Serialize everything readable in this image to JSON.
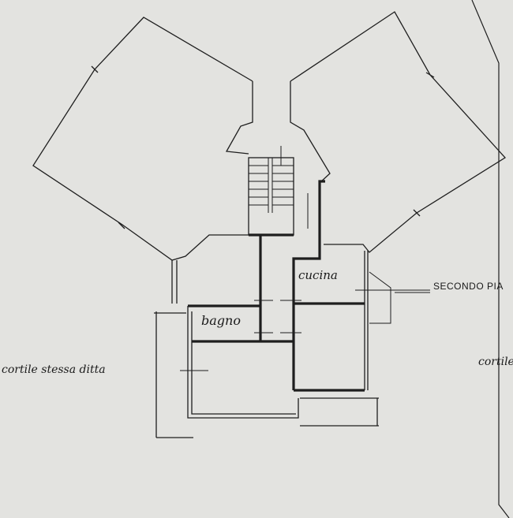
{
  "plan": {
    "rooms": {
      "kitchen": "cucina",
      "bathroom": "bagno"
    },
    "floor_label": "SECONDO PIA",
    "courtyard_left": "cortile stessa ditta",
    "courtyard_right": "cortile"
  },
  "colors": {
    "paper": "#e3e3e0",
    "ink": "#1a1a1a"
  }
}
